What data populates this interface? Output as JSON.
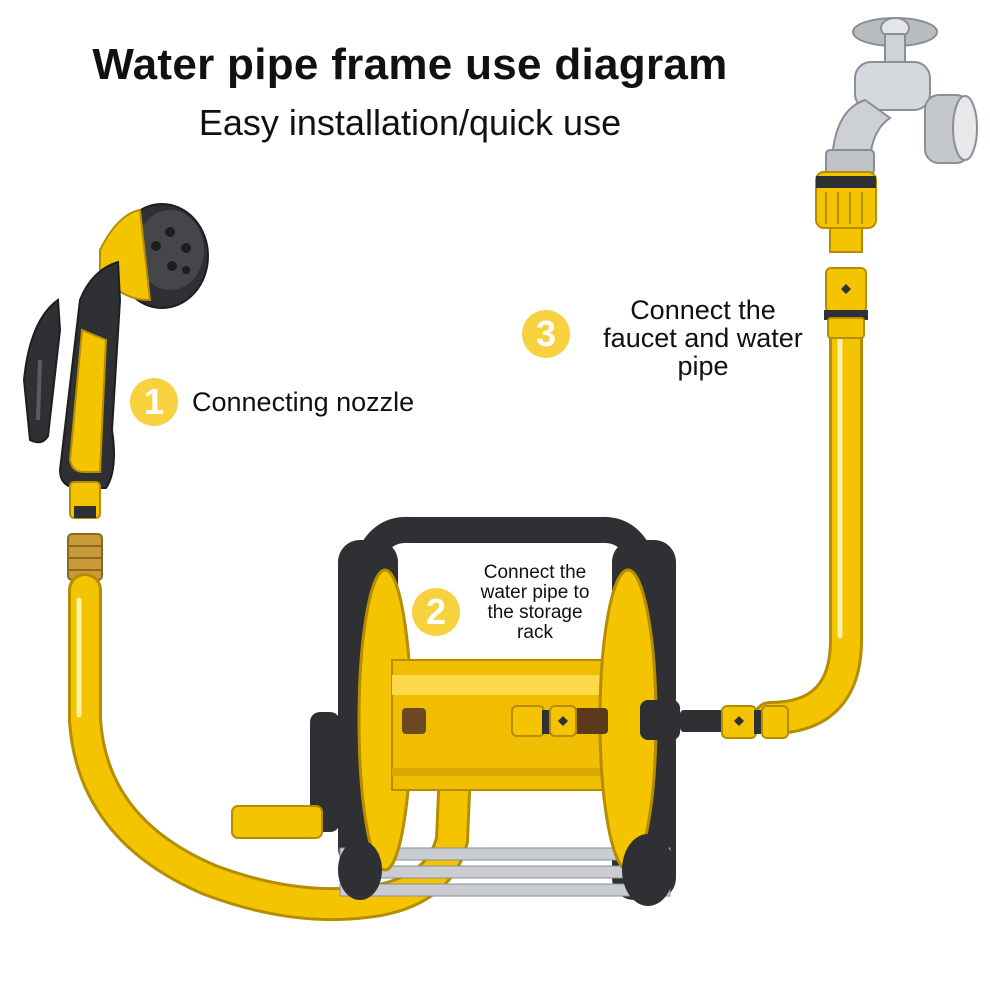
{
  "title": "Water pipe frame use diagram",
  "subtitle": "Easy installation/quick use",
  "steps": [
    {
      "number": "1",
      "label": "Connecting nozzle"
    },
    {
      "number": "2",
      "label_lines": [
        "Connect the",
        "water pipe to",
        "the storage",
        "rack"
      ]
    },
    {
      "number": "3",
      "label_lines": [
        "Connect the",
        "faucet and water",
        "pipe"
      ]
    }
  ],
  "colors": {
    "hose_yellow": "#f5c400",
    "frame_dark": "#2f3033",
    "badge_yellow": "#f7d23e",
    "chrome": "#c9ccd1",
    "brass": "#c99a3a"
  },
  "icons": [
    "spray-nozzle-icon",
    "faucet-icon",
    "hose-reel-cart-icon",
    "quick-connector-icon"
  ]
}
